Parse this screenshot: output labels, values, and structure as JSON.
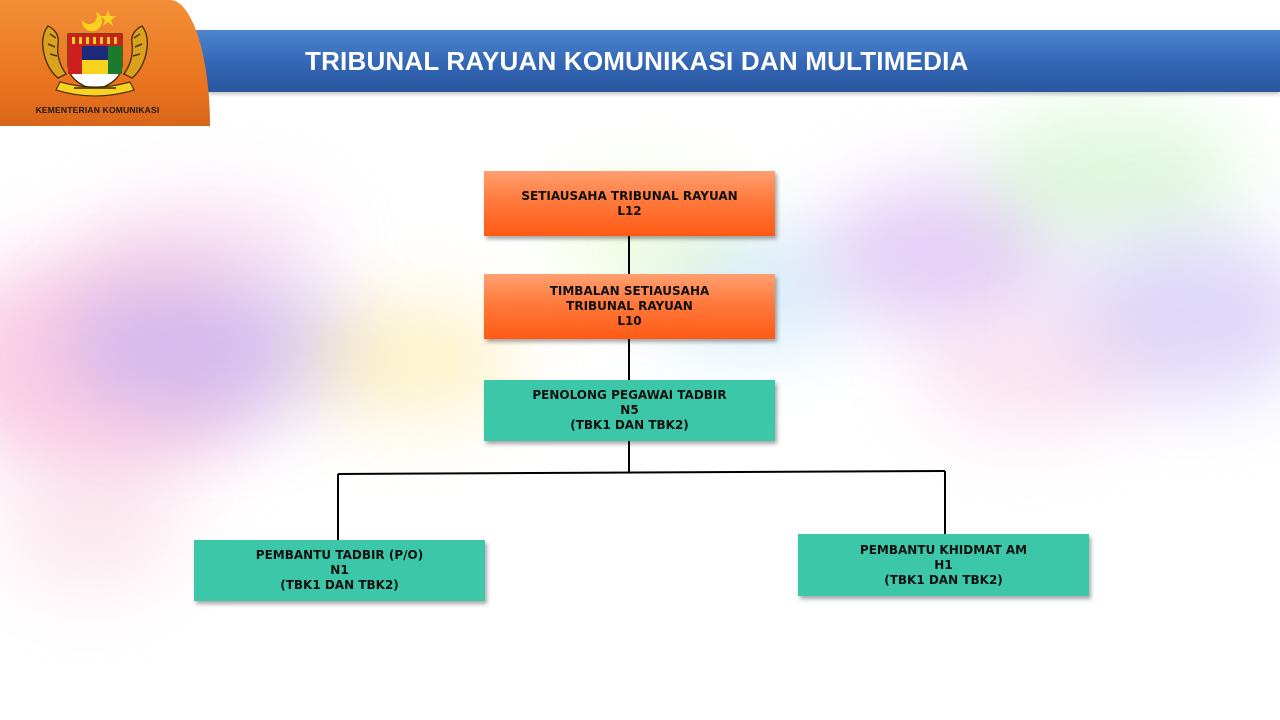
{
  "header": {
    "title": "TRIBUNAL RAYUAN KOMUNIKASI DAN MULTIMEDIA",
    "ministry": "KEMENTERIAN KOMUNIKASI",
    "logo": "malaysia-coat-of-arms-icon"
  },
  "colors": {
    "title_bar": "#3A6DB8",
    "logo_panel": "#E8721D",
    "senior_box": "#FF6A2B",
    "staff_box": "#3CC8A8"
  },
  "org_chart": {
    "nodes": [
      {
        "id": "setiausaha",
        "lines": [
          "SETIAUSAHA TRIBUNAL RAYUAN",
          "L12"
        ]
      },
      {
        "id": "timbalan",
        "lines": [
          "TIMBALAN SETIAUSAHA",
          "TRIBUNAL RAYUAN",
          "L10"
        ]
      },
      {
        "id": "penolong",
        "lines": [
          "PENOLONG PEGAWAI TADBIR",
          "N5",
          "(TBK1 DAN TBK2)"
        ]
      },
      {
        "id": "pembantu-tadbir",
        "lines": [
          "PEMBANTU TADBIR (P/O)",
          "N1",
          "(TBK1 DAN TBK2)"
        ]
      },
      {
        "id": "pembantu-khidmat",
        "lines": [
          "PEMBANTU KHIDMAT AM",
          "H1",
          "(TBK1 DAN TBK2)"
        ]
      }
    ]
  }
}
